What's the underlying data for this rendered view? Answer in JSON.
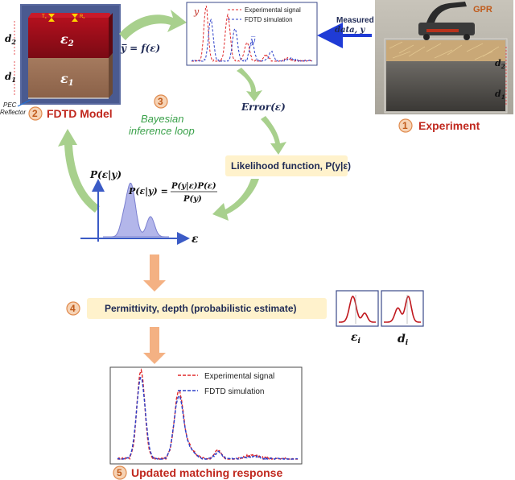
{
  "steps": {
    "fdtd_model": {
      "number": "2",
      "label": "FDTD Model"
    },
    "bayesian": {
      "number": "3",
      "line1": "Bayesian",
      "line2": "inference loop"
    },
    "experiment": {
      "number": "1",
      "label": "Experiment"
    },
    "estimate": {
      "number": "4",
      "label": "Permittivity, depth (probabilistic estimate)"
    },
    "updated": {
      "number": "5",
      "label": "Updated matching response"
    }
  },
  "fdtd": {
    "eps2": "ε",
    "eps2_sub": "2",
    "eps1": "ε",
    "eps1_sub": "1",
    "d2": "d",
    "d2_sub": "2",
    "d1": "d",
    "d1_sub": "1",
    "tx": "T",
    "tx_sub": "x",
    "rx": "R",
    "rx_sub": "x",
    "pec_line1": "PEC",
    "pec_line2": "Reflector"
  },
  "equations": {
    "forward": "y̅ = f(ε)",
    "error": "Error(ε)",
    "likelihood": "Likelihood function, P(y|ε)",
    "posterior_axis": "P(ε|y)",
    "bayes": "P(ε|y) =",
    "bayes_num": "P(y|ε)P(ε)",
    "bayes_den": "P(y)",
    "eps_axis": "ε"
  },
  "top_plot": {
    "y_label": "y",
    "ybar_label": "y̅",
    "legend": [
      "Experimental signal",
      "FDTD simulation"
    ]
  },
  "measured": {
    "line1": "Measured",
    "line2": "data, y"
  },
  "experiment_photo": {
    "gpr": "GPR",
    "d2": "d",
    "d2_sub": "2",
    "d1": "d",
    "d1_sub": "1"
  },
  "estimate_plots": [
    {
      "label": "ε",
      "sub": "i"
    },
    {
      "label": "d",
      "sub": "i"
    }
  ],
  "bottom_plot": {
    "legend": [
      "Experimental signal",
      "FDTD simulation"
    ]
  },
  "colors": {
    "green_arrow": "#a8d08d",
    "orange_arrow": "#f4b183",
    "red_title": "#c0281e",
    "experimental": "#e0282a",
    "simulation": "#2b3fc9",
    "yellow_box": "#fff2cc"
  }
}
